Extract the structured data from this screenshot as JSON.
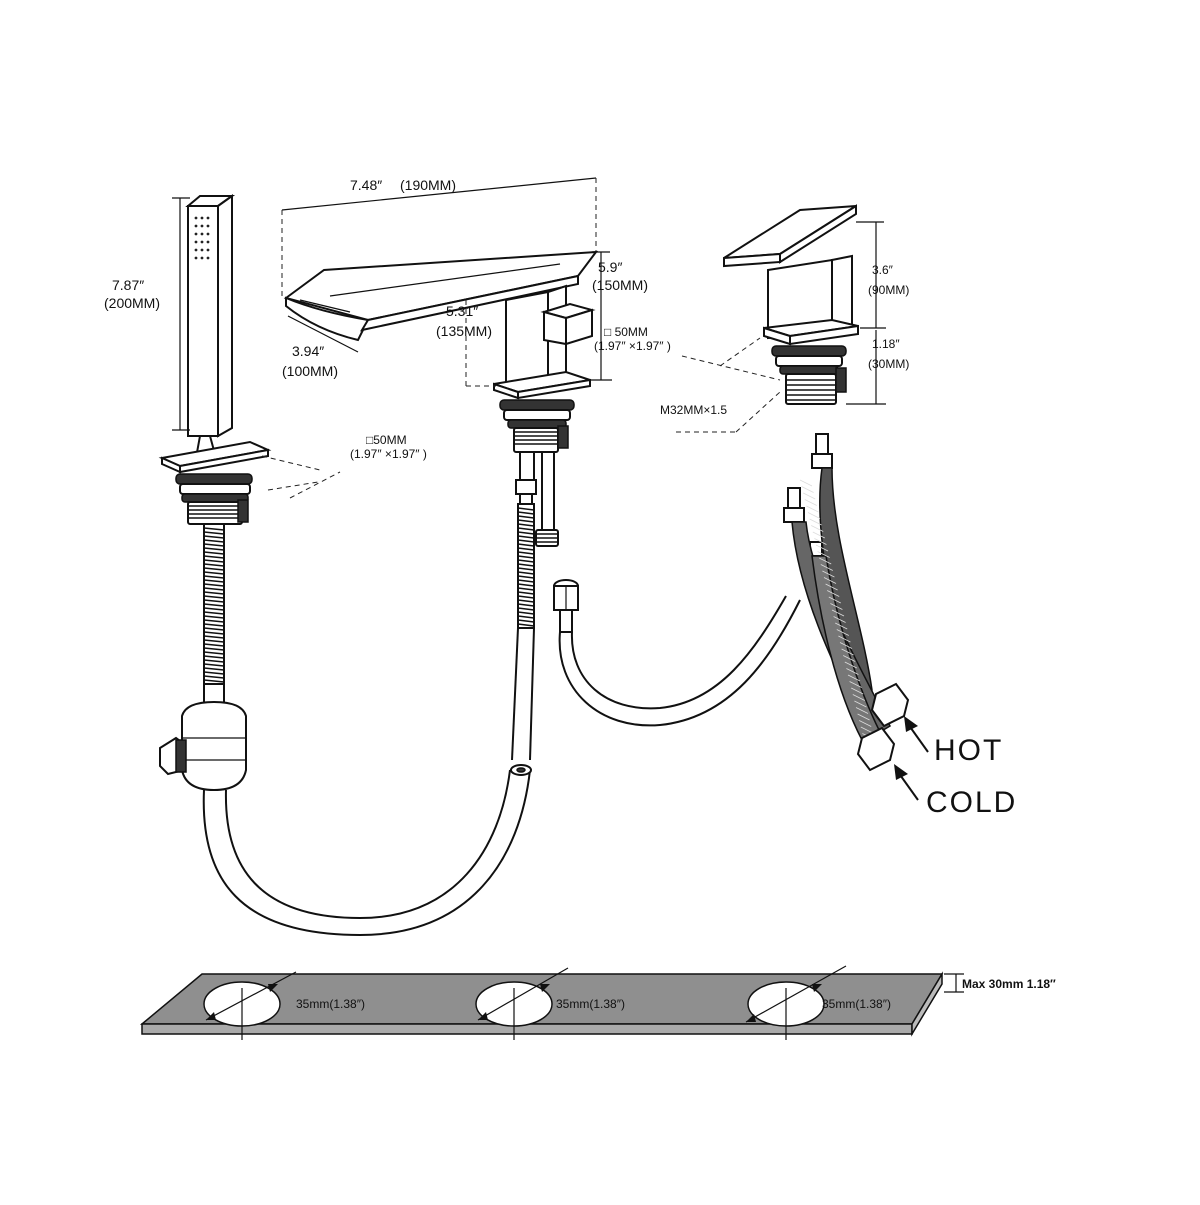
{
  "handshower": {
    "height_in": "7.87″",
    "height_mm": "(200MM)",
    "base_mm": "□50MM",
    "base_in": "(1.97″ ×1.97″ )"
  },
  "spout": {
    "width_in": "7.48″",
    "width_mm": "(190MM)",
    "depth_in": "3.94″",
    "depth_mm": "(100MM)",
    "height_in": "5.31″",
    "height_mm": "(135MM)",
    "total_in": "5.9″",
    "total_mm": "(150MM)",
    "base_mm": "□ 50MM",
    "base_in": "(1.97″ ×1.97″ )"
  },
  "valve": {
    "height_in": "3.6″",
    "height_mm": "(90MM)",
    "shank_in": "1.18″",
    "shank_mm": "(30MM)",
    "thread": "M32MM×1.5"
  },
  "supply": {
    "hot": "HOT",
    "cold": "COLD"
  },
  "deck": {
    "hole1": "35mm(1.38″)",
    "hole2": "35mm(1.38″)",
    "hole3": "35mm(1.38″)",
    "max_thickness": "Max 30mm 1.18″"
  },
  "colors": {
    "line": "#111111",
    "deck_fill": "#8f8f8f",
    "background": "#ffffff"
  }
}
